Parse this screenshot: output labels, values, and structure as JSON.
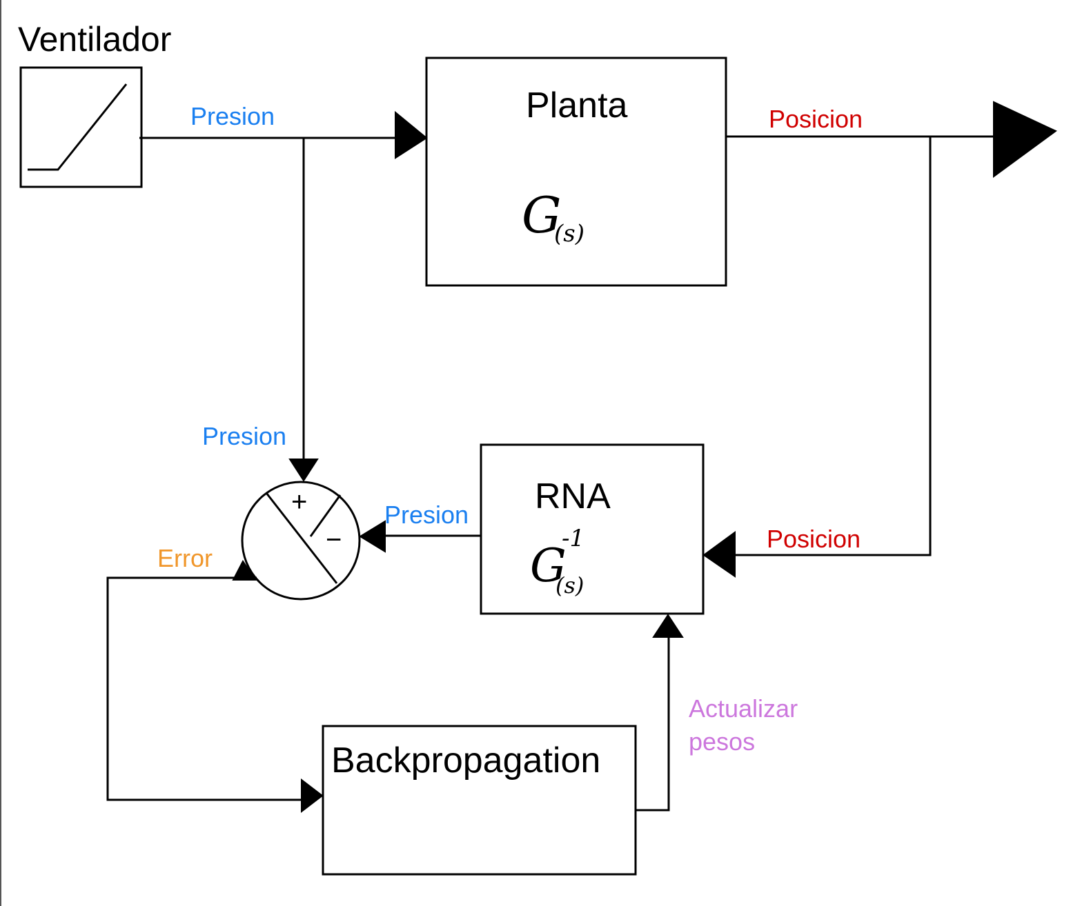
{
  "title": "Ventilador",
  "blocks": {
    "plant": {
      "label": "Planta",
      "tf": "G",
      "tf_sub": "(s)"
    },
    "rna": {
      "label": "RNA",
      "tf": "G",
      "tf_sup": "-1",
      "tf_sub": "(s)"
    },
    "backprop": {
      "label": "Backpropagation"
    }
  },
  "summing_junction": {
    "plus": "+",
    "minus": "−"
  },
  "signals": {
    "presion_top": "Presion",
    "posicion_top": "Posicion",
    "presion_down": "Presion",
    "presion_rna": "Presion",
    "posicion_feedback": "Posicion",
    "error": "Error",
    "actualizar_1": "Actualizar",
    "actualizar_2": "pesos"
  },
  "colors": {
    "presion": "#1a7ff0",
    "posicion": "#d00000",
    "error": "#f0962a",
    "actualizar": "#cc77dd",
    "line": "#000000"
  }
}
